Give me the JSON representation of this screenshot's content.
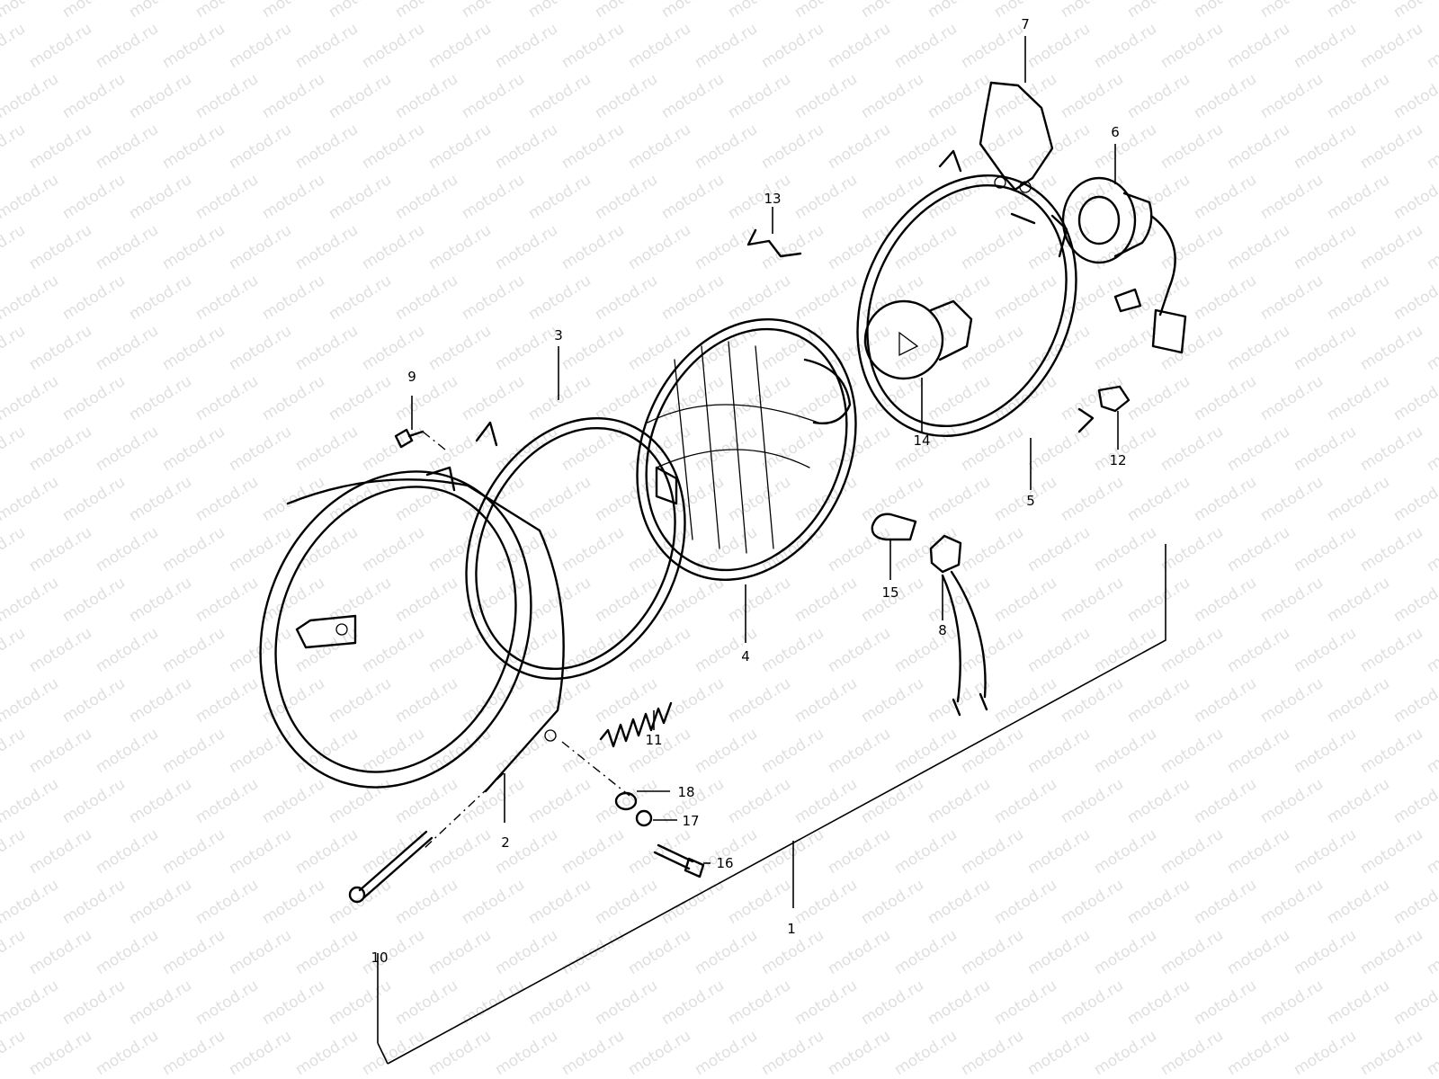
{
  "watermark": "motod.ru",
  "callouts": [
    {
      "id": "1",
      "label": "1"
    },
    {
      "id": "2",
      "label": "2"
    },
    {
      "id": "3",
      "label": "3"
    },
    {
      "id": "4",
      "label": "4"
    },
    {
      "id": "5",
      "label": "5"
    },
    {
      "id": "6",
      "label": "6"
    },
    {
      "id": "7",
      "label": "7"
    },
    {
      "id": "8",
      "label": "8"
    },
    {
      "id": "9",
      "label": "9"
    },
    {
      "id": "10",
      "label": "10"
    },
    {
      "id": "11",
      "label": "11"
    },
    {
      "id": "12",
      "label": "12"
    },
    {
      "id": "13",
      "label": "13"
    },
    {
      "id": "14",
      "label": "14"
    },
    {
      "id": "15",
      "label": "15"
    },
    {
      "id": "16",
      "label": "16"
    },
    {
      "id": "17",
      "label": "17"
    },
    {
      "id": "18",
      "label": "18"
    }
  ]
}
